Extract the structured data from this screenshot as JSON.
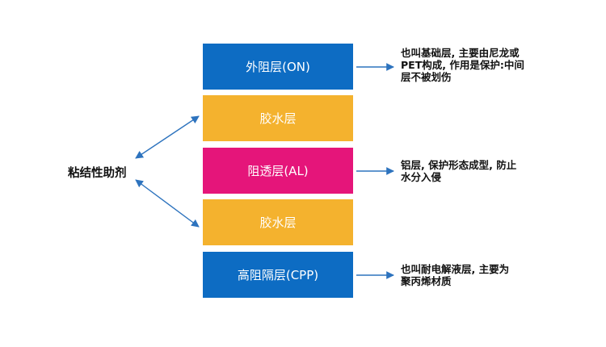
{
  "colors": {
    "blue": "#0D6CC3",
    "orange": "#F4B22E",
    "magenta": "#E5157A",
    "arrow": "#2D73BE"
  },
  "layers": [
    {
      "label": "外阻层(ON)",
      "color": "#0D6CC3"
    },
    {
      "label": "胶水层",
      "color": "#F4B22E"
    },
    {
      "label": "阻透层(AL)",
      "color": "#E5157A"
    },
    {
      "label": "胶水层",
      "color": "#F4B22E"
    },
    {
      "label": "高阻隔层(CPP)",
      "color": "#0D6CC3"
    }
  ],
  "notes": {
    "on": [
      "也叫基础层, 主要由尼龙或",
      "PET构成, 作用是保护:中间",
      "层不被划伤"
    ],
    "al": [
      "铝层, 保护形态成型, 防止",
      "水分入侵"
    ],
    "cpp": [
      "也叫耐电解液层, 主要为",
      "聚丙烯材质"
    ]
  },
  "side_label": "粘结性助剂"
}
